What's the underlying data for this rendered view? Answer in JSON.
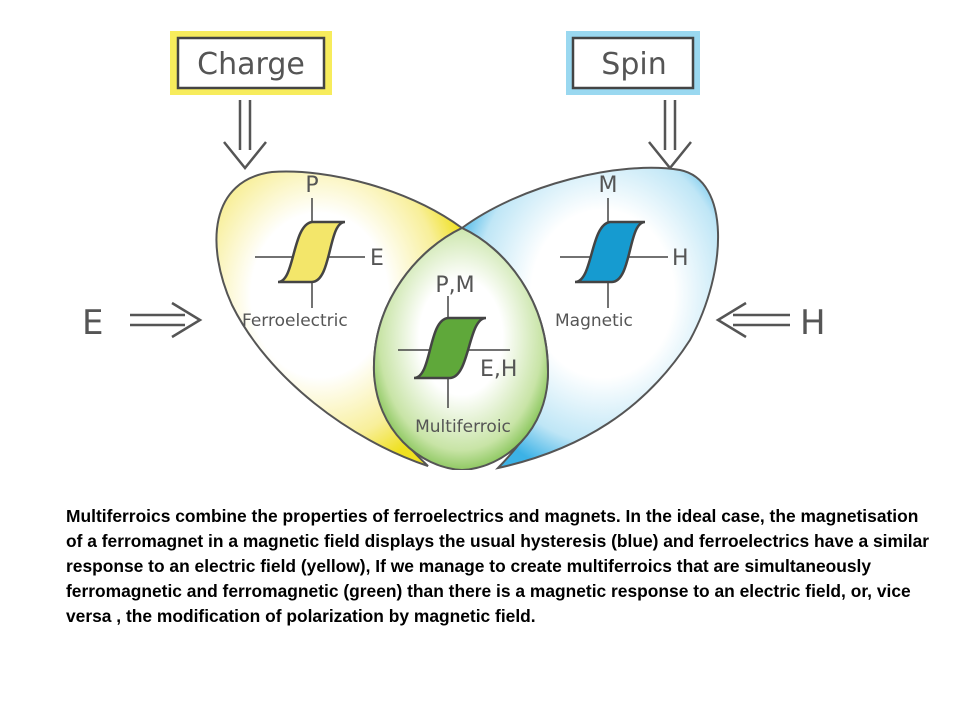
{
  "boxes": {
    "charge": {
      "label": "Charge",
      "color": "#f5e642"
    },
    "spin": {
      "label": "Spin",
      "color": "#8fd3ee"
    }
  },
  "inputs": {
    "left": "E",
    "right": "H"
  },
  "regions": {
    "ferroelectric": {
      "name": "Ferroelectric",
      "y_axis": "P",
      "x_axis": "E",
      "color": "#f2e230",
      "loop_fill": "#f3e66a"
    },
    "magnetic": {
      "name": "Magnetic",
      "y_axis": "M",
      "x_axis": "H",
      "color": "#3fb4e6",
      "loop_fill": "#169bd0"
    },
    "multiferroic": {
      "name": "Multiferroic",
      "y_axis": "P,M",
      "x_axis": "E,H",
      "color": "#79c043",
      "loop_fill": "#5fa83a"
    }
  },
  "caption": "Multiferroics combine the properties of ferroelectrics and magnets. In the ideal case, the magnetisation of a ferromagnet in a magnetic field displays the usual hysteresis (blue) and ferroelectrics have a similar response to an electric field (yellow), If we manage to create multiferroics that are simultaneously ferromagnetic and ferromagnetic (green) than there is a magnetic response to an electric field, or, vice versa , the modification of polarization by magnetic field."
}
